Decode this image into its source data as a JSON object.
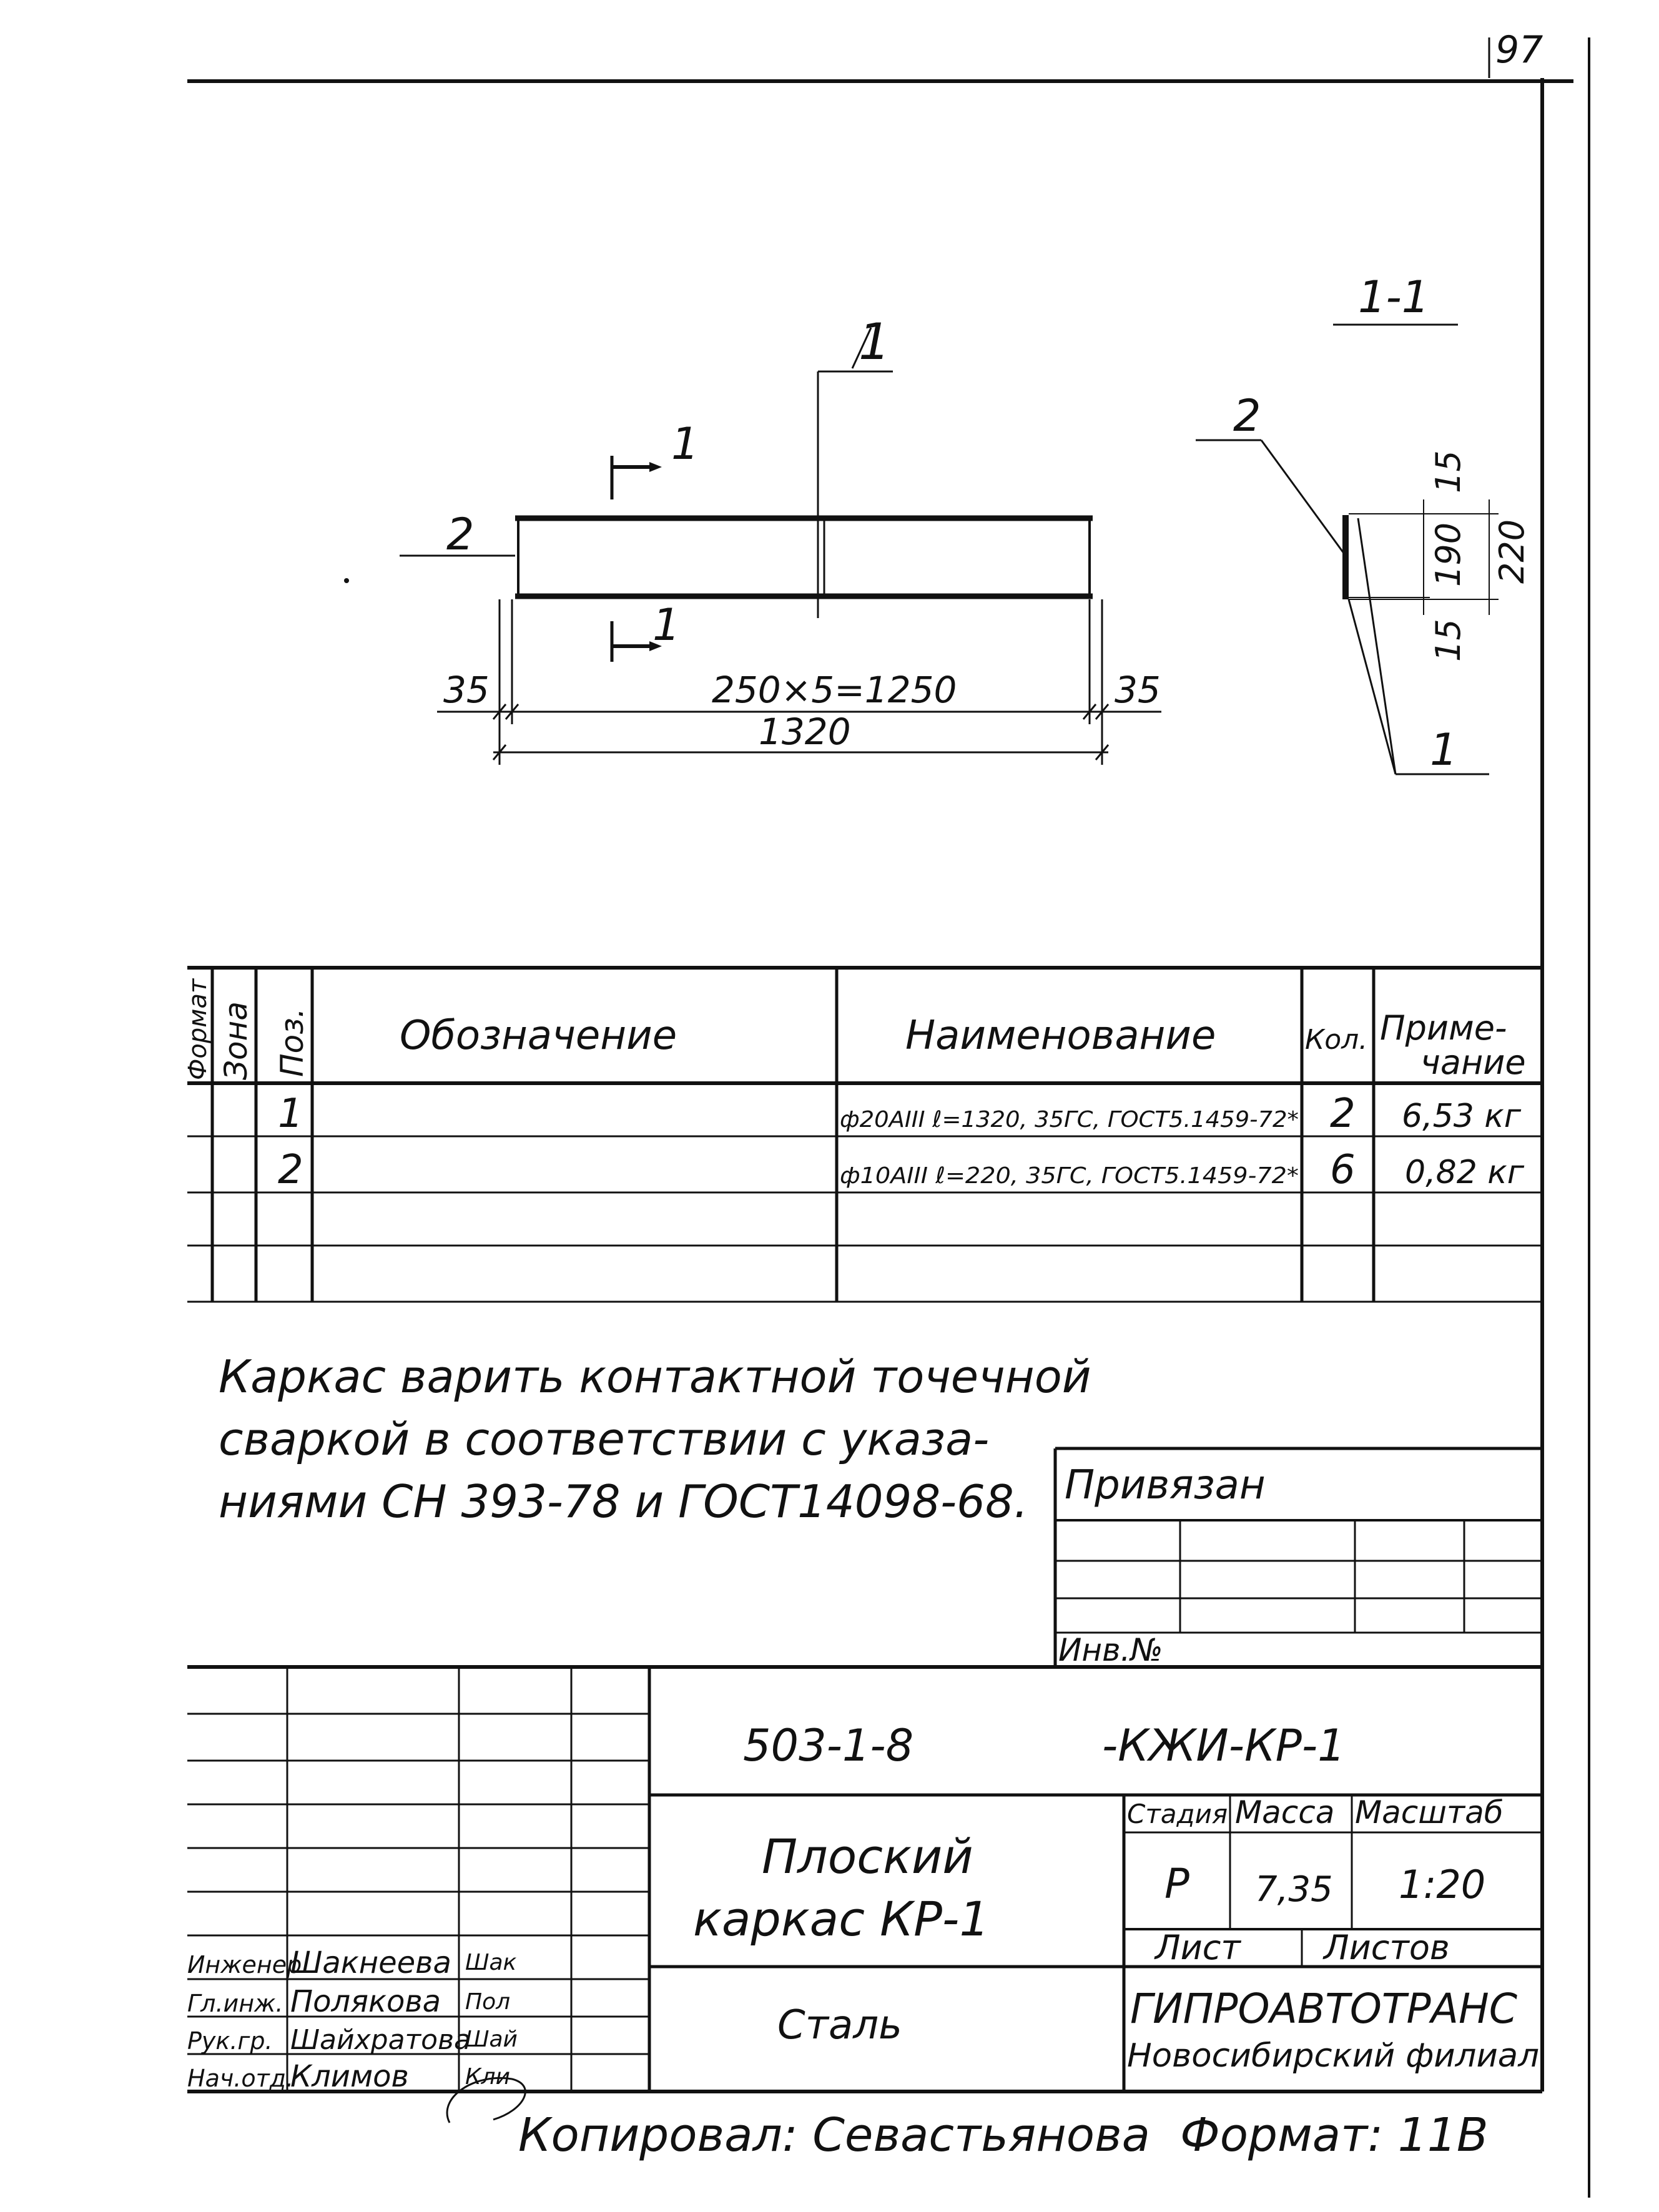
{
  "sheet": {
    "page_number_fragment": "97"
  },
  "drawing": {
    "plan": {
      "section_mark": "1",
      "callout_bar_top": "1",
      "callout_bar_bottom": "1",
      "position_label": "2",
      "dim_left": "35",
      "dim_middle": "250×5=1250",
      "dim_right": "35",
      "dim_total": "1320"
    },
    "section": {
      "title": "1-1",
      "callout_pos2": "2",
      "callout_pos1": "1",
      "dim_top": "15",
      "dim_middle": "190",
      "dim_bottom": "15",
      "dim_total": "220"
    }
  },
  "spec_table": {
    "headers": {
      "format": "Формат",
      "zone": "Зона",
      "pos": "Поз.",
      "designation": "Обозначение",
      "name": "Наименование",
      "qty": "Кол.",
      "note_line1": "Приме-",
      "note_line2": "чание"
    },
    "rows": [
      {
        "pos": "1",
        "designation": "",
        "name": "ф20АIII ℓ=1320, 35ГС, ГОСТ5.1459-72*",
        "qty": "2",
        "note": "6,53 кг"
      },
      {
        "pos": "2",
        "designation": "",
        "name": "ф10АIII ℓ=220, 35ГС, ГОСТ5.1459-72*",
        "qty": "6",
        "note": "0,82 кг"
      }
    ]
  },
  "notes": {
    "line1": "Каркас варить контактной точечной",
    "line2": "сваркой в соответствии с указа-",
    "line3": "ниями СН 393-78 и ГОСТ14098-68."
  },
  "binding_block": {
    "title": "Привязан",
    "inv_no_label": "Инв.№"
  },
  "title_block": {
    "document_code": "503-1-8",
    "document_suffix": "-КЖИ-КР-1",
    "item_title_line1": "Плоский",
    "item_title_line2": "каркас КР-1",
    "material": "Сталь",
    "stage_label": "Стадия",
    "mass_label": "Масса",
    "scale_label": "Масштаб",
    "stage_value": "Р",
    "mass_value": "7,35",
    "scale_value": "1:20",
    "sheet_label": "Лист",
    "sheets_label": "Листов",
    "organization": "ГИПРОАВТОТРАНС",
    "branch": "Новосибирский филиал",
    "signatures": [
      {
        "role": "Инженер",
        "name": "Шакнеева",
        "signature": "Шак"
      },
      {
        "role": "Гл.инж.",
        "name": "Полякова",
        "signature": "Пол"
      },
      {
        "role": "Рук.гр.",
        "name": "Шайхратова",
        "signature": "Шай"
      },
      {
        "role": "Нач.отд.",
        "name": "Климов",
        "signature": "Кли"
      }
    ]
  },
  "footer": {
    "copied_by": "Копировал: Севастьянова",
    "format": "Формат: 11В"
  }
}
